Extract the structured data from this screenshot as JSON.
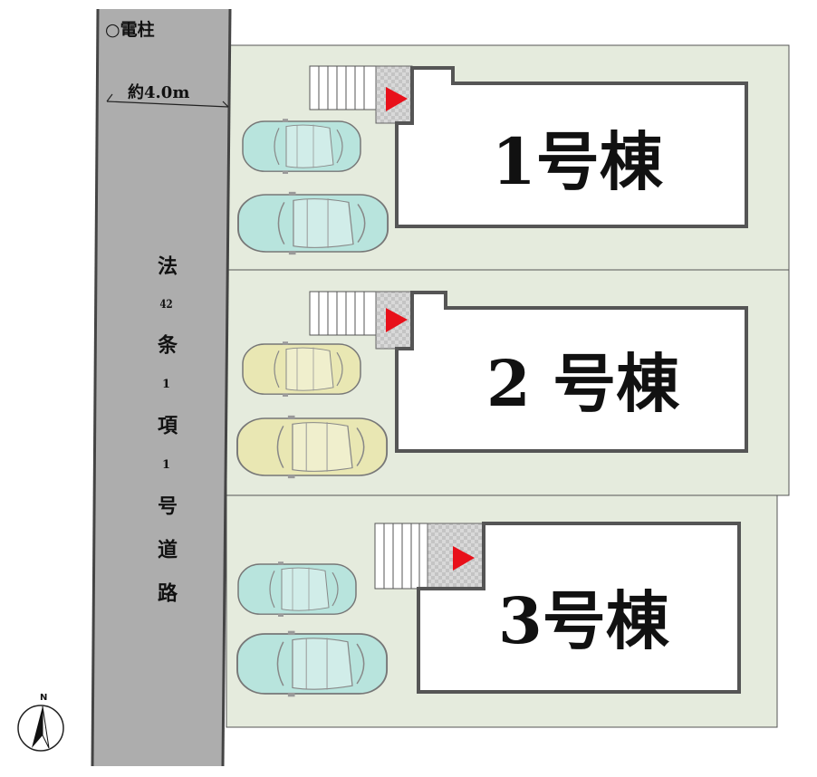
{
  "labels": {
    "utility_pole": "○電柱",
    "road_width": "約4.0m",
    "road_name_parts": [
      "法",
      "42",
      "条",
      "1",
      "項",
      "1",
      "号",
      "道",
      "路"
    ],
    "north": "N"
  },
  "buildings": [
    {
      "label": "1号棟"
    },
    {
      "label": "2 号棟"
    },
    {
      "label": "3号棟"
    }
  ],
  "colors": {
    "road": "#adadad",
    "lot": "#e5ebdd",
    "car_teal": "#b8e4dd",
    "car_yellow": "#e9e7b3",
    "entrance_arrow": "#e8101a"
  }
}
